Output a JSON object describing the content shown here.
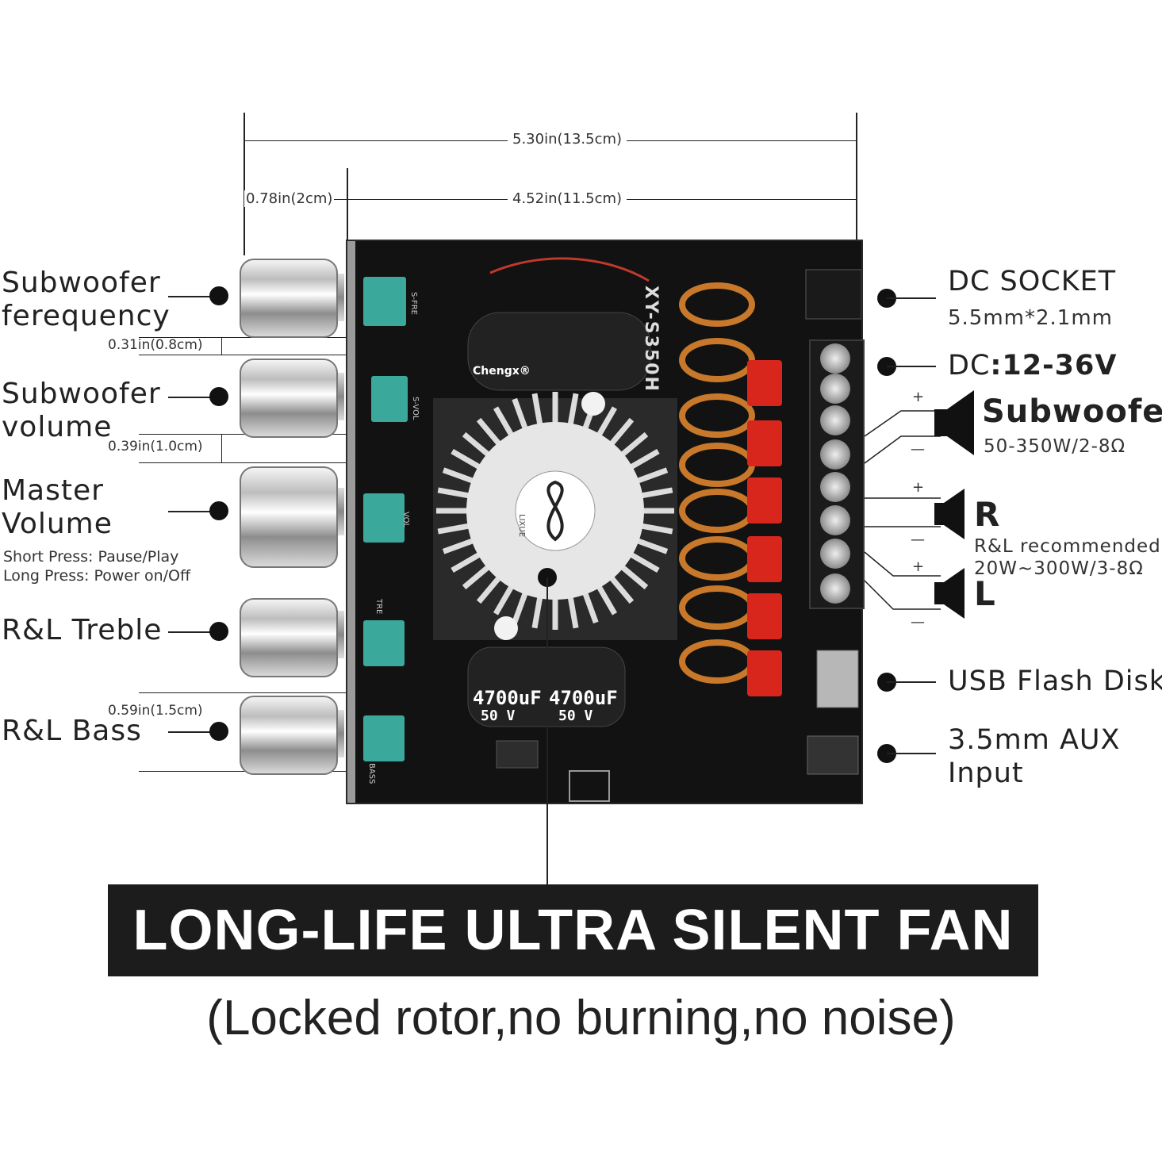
{
  "dimensions": {
    "overall_width": "5.30in(13.5cm)",
    "board_width": "4.52in(11.5cm)",
    "knob_offset": "0.78in(2cm)",
    "gap_1": "0.31in(0.8cm)",
    "gap_2": "0.39in(1.0cm)",
    "gap_3": "0.59in(1.5cm)"
  },
  "left_labels": {
    "sub_freq_line1": "Subwoofer",
    "sub_freq_line2": "ferequency",
    "sub_vol_line1": "Subwoofer",
    "sub_vol_line2": "volume",
    "master_line1": "Master",
    "master_line2": "Volume",
    "master_short": "Short Press: Pause/Play",
    "master_long": "Long Press: Power on/Off",
    "treble": "R&L Treble",
    "bass": "R&L Bass"
  },
  "right_labels": {
    "dc_socket": "DC SOCKET",
    "dc_socket_size": "5.5mm*2.1mm",
    "dc_prefix": "DC",
    "dc_voltage": ":12-36V",
    "subwoofer": "Subwoofer",
    "subwoofer_spec": "50-350W/2-8Ω",
    "right_ch": "R",
    "rl_recommended": "R&L recommended",
    "rl_spec": "20W~300W/3-8Ω",
    "left_ch": "L",
    "usb": "USB Flash Disk",
    "aux_line1": "3.5mm AUX",
    "aux_line2": "Input"
  },
  "board": {
    "model": "XY-S350H",
    "fan_brand": "LIXUE",
    "capacitor_value": "4700uF",
    "capacitor_voltage": "50 V",
    "cap_brand": "Chengx®",
    "pot_labels": [
      "S-FRE",
      "S-VOL",
      "VOL",
      "TRE",
      "BASS"
    ]
  },
  "signs": {
    "plus": "+",
    "minus": "—"
  },
  "banner": {
    "title": "LONG-LIFE ULTRA SILENT FAN",
    "subtitle": "(Locked rotor,no burning,no noise)"
  }
}
